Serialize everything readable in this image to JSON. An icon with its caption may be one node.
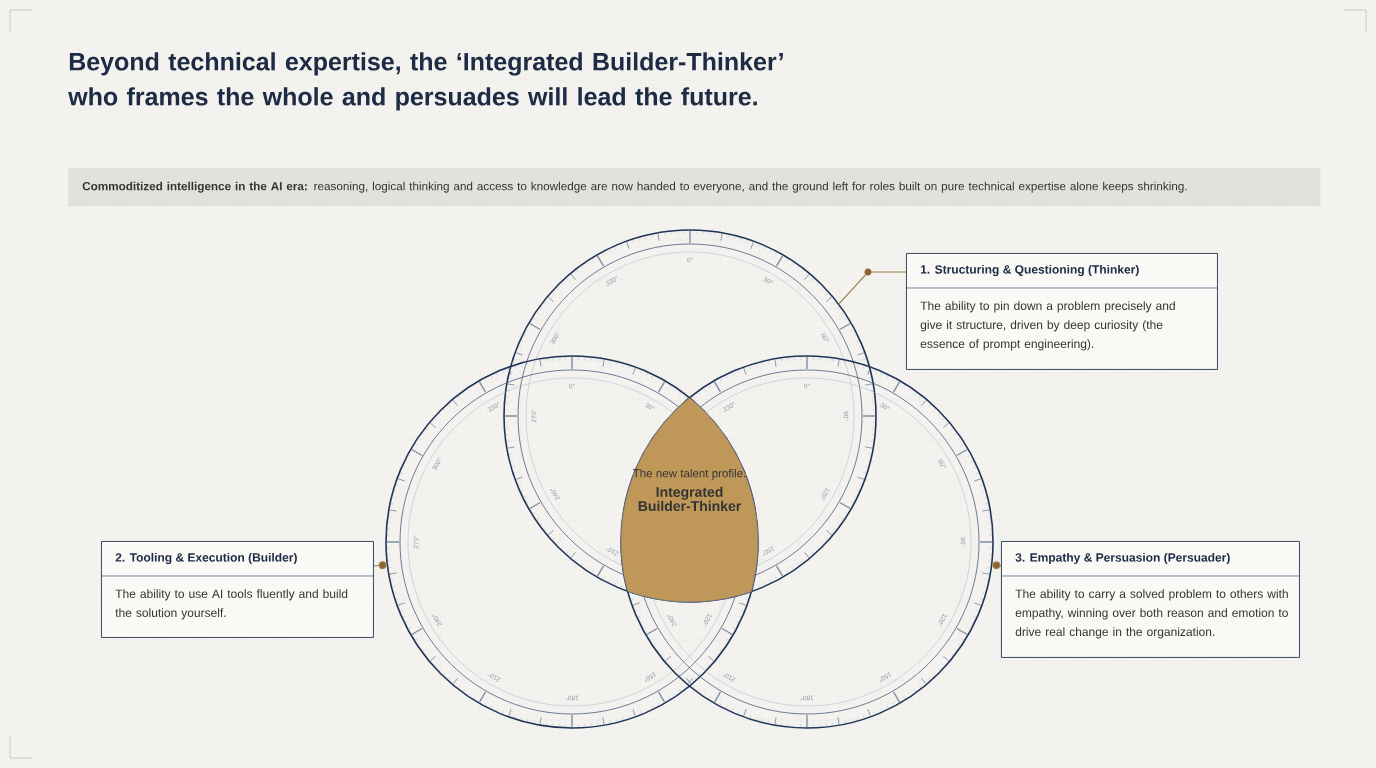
{
  "diagram": {
    "title": "Beyond technical expertise, the ‘Integrated Builder-Thinker’ who frames the whole and persuades will lead the future.",
    "nodes": [
      {
        "text": [
          "**Commoditized intelligence in the AI era:** reasoning, logical thinking and access to knowledge are now handed to everyone, and the ground left for roles built on pure technical expertise alone keeps shrinking."
        ]
      },
      {
        "text": [
          "1. Structuring & Questioning (Thinker)",
          "The ability to pin down a problem precisely and give it structure, driven by deep curiosity (the essence of prompt engineering)."
        ]
      },
      {
        "text": [],
        "shape": "circle"
      },
      {
        "text": [],
        "shape": "circle"
      },
      {
        "text": [],
        "shape": "circle"
      },
      {
        "text": [
          "The new talent profile:",
          "Integrated Builder-Thinker"
        ]
      },
      {
        "text": [
          "2. Tooling & Execution (Builder)",
          "The ability to use AI tools fluently and build the solution yourself."
        ]
      },
      {
        "text": [
          "3. Empathy & Persuasion (Persuader)",
          "The ability to carry a solved problem to others with empathy, winning over both reason and emotion to drive real change in the organization."
        ]
      }
    ],
    "edges": [
      {
        "from": 6,
        "to": 3,
        "arrow": "other"
      },
      {
        "from": 7,
        "to": 4,
        "arrow": "other"
      },
      {
        "from": 1,
        "to": 2,
        "arrow": "none"
      }
    ],
    "labels": [
      "0°",
      "30°",
      "60°",
      "90°",
      "120°",
      "150°",
      "210°",
      "240°",
      "270°",
      "300°",
      "330°",
      "0°",
      "30°",
      "120°",
      "150°",
      "180°",
      "210°",
      "240°",
      "270°",
      "300°",
      "330°",
      "0°",
      "30°",
      "60°",
      "90°",
      "120°",
      "150°",
      "180°",
      "210°",
      "240°",
      "330°"
    ]
  }
}
